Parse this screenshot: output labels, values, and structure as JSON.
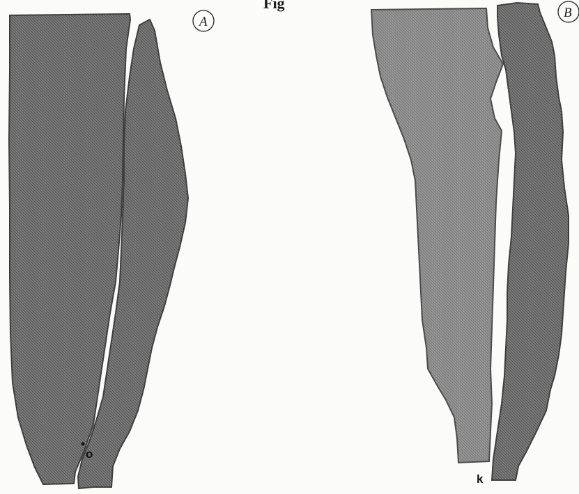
{
  "figure": {
    "top_fragment": "Fig",
    "panels": [
      {
        "id": "A",
        "label": "A",
        "point_label": "o"
      },
      {
        "id": "B",
        "label": "B",
        "point_label": "k"
      }
    ],
    "colors": {
      "fragment_fill": "#7a7a7a",
      "fragment_stroke": "#3d3d3d",
      "fragment_light_fill": "#9a9a9a",
      "background": "#fbfbf9"
    }
  }
}
